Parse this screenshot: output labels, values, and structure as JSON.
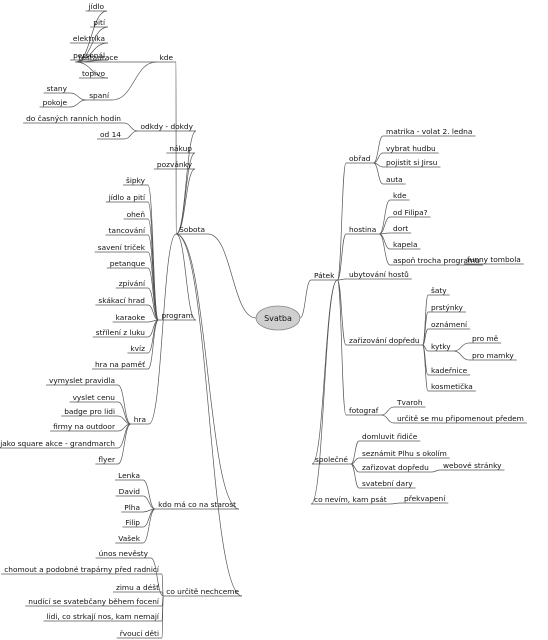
{
  "map": {
    "root": {
      "label": "Svatba"
    },
    "branches": [
      {
        "label": "Sobota",
        "children": [
          {
            "label": "kde",
            "children": [
              {
                "label": "restaurace",
                "children": [
                  {
                    "label": "jídlo"
                  },
                  {
                    "label": "pití"
                  },
                  {
                    "label": "elektrika"
                  },
                  {
                    "label": "personál"
                  },
                  {
                    "label": "topivo"
                  }
                ]
              },
              {
                "label": "spaní",
                "children": [
                  {
                    "label": "stany"
                  },
                  {
                    "label": "pokoje"
                  }
                ]
              }
            ]
          },
          {
            "label": "odkdy - dokdy",
            "children": [
              {
                "label": "do časných ranních hodin"
              },
              {
                "label": "od 14"
              }
            ]
          },
          {
            "label": "nákup"
          },
          {
            "label": "pozvánky"
          },
          {
            "label": "program",
            "children": [
              {
                "label": "šipky"
              },
              {
                "label": "jídlo a pití"
              },
              {
                "label": "oheň"
              },
              {
                "label": "tancování"
              },
              {
                "label": "savení triček"
              },
              {
                "label": "petanque"
              },
              {
                "label": "zpívání"
              },
              {
                "label": "skákací hrad"
              },
              {
                "label": "karaoke"
              },
              {
                "label": "střílení z luku"
              },
              {
                "label": "kvíz"
              },
              {
                "label": "hra na paměť"
              }
            ]
          },
          {
            "label": "hra",
            "children": [
              {
                "label": "vymyslet pravidla"
              },
              {
                "label": "vyslet cenu"
              },
              {
                "label": "badge pro lidi"
              },
              {
                "label": "firmy na outdoor"
              },
              {
                "label": "jako square akce - grandmarch"
              },
              {
                "label": "flyer"
              }
            ]
          },
          {
            "label": "kdo má co na starost",
            "children": [
              {
                "label": "Lenka"
              },
              {
                "label": "David"
              },
              {
                "label": "Plha"
              },
              {
                "label": "Filip"
              },
              {
                "label": "Vašek"
              }
            ]
          },
          {
            "label": "co určitě nechceme",
            "children": [
              {
                "label": "únos nevěsty"
              },
              {
                "label": "chomout a podobné trapárny před radnicí"
              },
              {
                "label": "zimu a déšť"
              },
              {
                "label": "nudící se svatebčany během focení"
              },
              {
                "label": "lidi, co strkají nos, kam nemají"
              },
              {
                "label": "řvoucí děti"
              }
            ]
          }
        ]
      },
      {
        "label": "Pátek",
        "children": [
          {
            "label": "obřad",
            "children": [
              {
                "label": "matrika - volat 2. ledna"
              },
              {
                "label": "vybrat hudbu"
              },
              {
                "label": "pojistit si Jirsu"
              },
              {
                "label": "auta"
              }
            ]
          },
          {
            "label": "hostina",
            "children": [
              {
                "label": "kde"
              },
              {
                "label": "od Filipa?"
              },
              {
                "label": "dort"
              },
              {
                "label": "kapela"
              },
              {
                "label": "aspoň trocha programu",
                "children": [
                  {
                    "label": "funny tombola"
                  }
                ]
              }
            ]
          },
          {
            "label": "ubytování hostů"
          },
          {
            "label": "zařizování dopředu",
            "children": [
              {
                "label": "šaty"
              },
              {
                "label": "prstýnky"
              },
              {
                "label": "oznámení"
              },
              {
                "label": "kytky",
                "children": [
                  {
                    "label": "pro mě"
                  },
                  {
                    "label": "pro mamky"
                  }
                ]
              },
              {
                "label": "kadeřnice"
              },
              {
                "label": "kosmetička"
              }
            ]
          },
          {
            "label": "fotograf",
            "children": [
              {
                "label": "Tvaroh"
              },
              {
                "label": "určitě se mu připomenout předem"
              }
            ]
          },
          {
            "label": "společné",
            "children": [
              {
                "label": "domluvit řidiče"
              },
              {
                "label": "seznámit Plhu s okolím"
              },
              {
                "label": "zařizovat dopředu",
                "children": [
                  {
                    "label": "webové stránky"
                  }
                ]
              },
              {
                "label": "svatební dary"
              }
            ]
          },
          {
            "label": "co nevím, kam psát",
            "children": [
              {
                "label": "překvapení"
              }
            ]
          }
        ]
      }
    ]
  }
}
